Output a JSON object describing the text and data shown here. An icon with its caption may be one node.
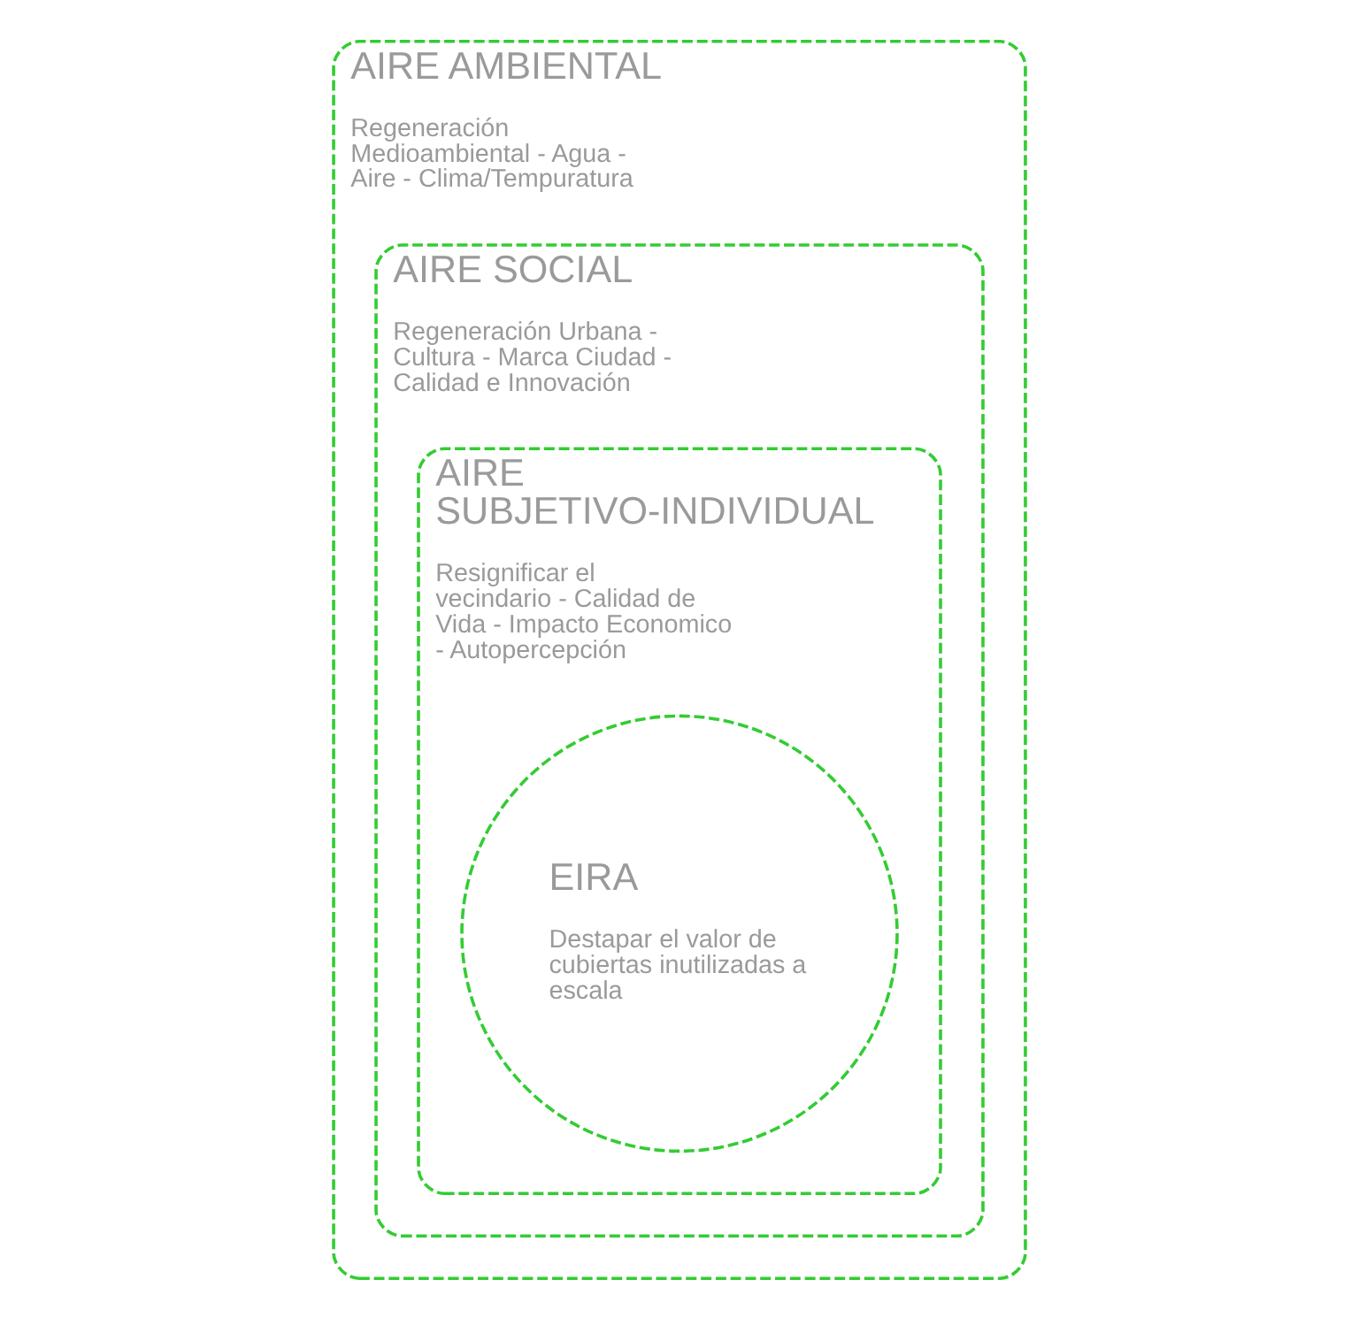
{
  "diagram": {
    "nodes": [
      {
        "text": [
          "AIRE AMBIENTAL",
          "Regeneración Medioambiental - Agua - Aire - Clima/Tempuratura"
        ]
      },
      {
        "text": [
          "AIRE SOCIAL",
          "Regeneración Urbana - Cultura - Marca Ciudad - Calidad e Innovación"
        ],
        "in": 0
      },
      {
        "text": [
          "AIRE SUBJETIVO-INDIVIDUAL",
          "Resignificar el vecindario - Calidad de Vida - Impacto Economico - Autopercepción"
        ],
        "in": 1
      },
      {
        "text": [
          "EIRA",
          "Destapar el valor de cubiertas inutilizadas a escala"
        ],
        "in": 2
      }
    ],
    "edges": []
  }
}
